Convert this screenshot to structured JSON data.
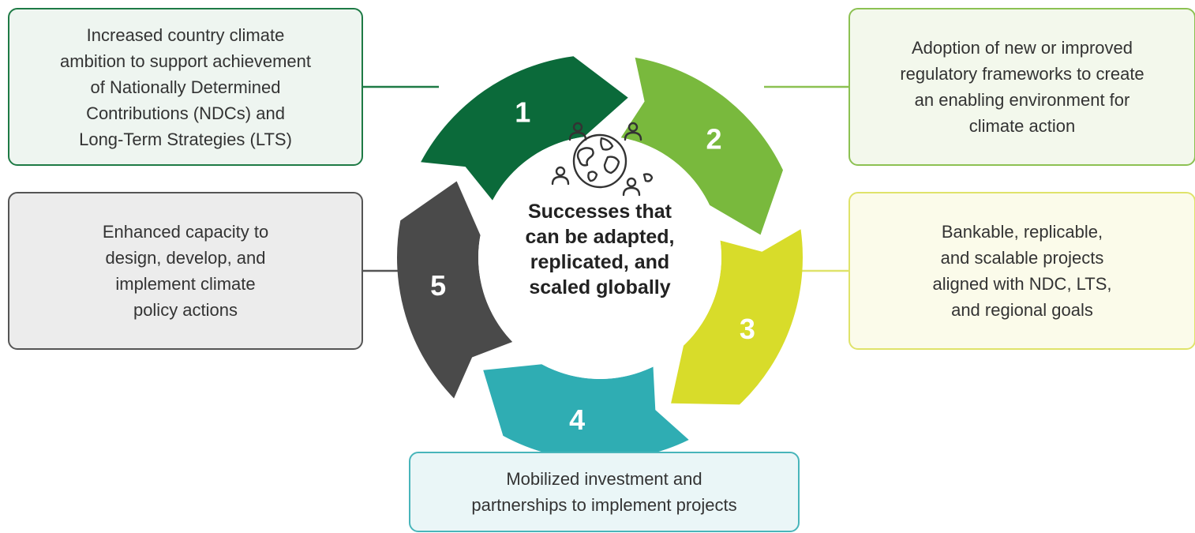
{
  "center": {
    "lines": [
      "Successes that",
      "can be adapted,",
      "replicated, and",
      "scaled globally"
    ],
    "icon": "globe-with-people-icon"
  },
  "steps": [
    {
      "number": "1",
      "color": "#0b6a3a",
      "box_border": "#1e7a45",
      "box_fill": "#eef5f0",
      "lines": [
        "Increased country climate",
        "ambition to support achievement",
        "of Nationally Determined",
        "Contributions (NDCs) and",
        "Long-Term Strategies (LTS)"
      ]
    },
    {
      "number": "2",
      "color": "#79b93d",
      "box_border": "#8cc152",
      "box_fill": "#f3f8ec",
      "lines": [
        "Adoption of new or improved",
        "regulatory frameworks to create",
        "an enabling environment for",
        "climate action"
      ]
    },
    {
      "number": "3",
      "color": "#d8dc2a",
      "box_border": "#dfe36a",
      "box_fill": "#fbfbea",
      "lines": [
        "Bankable, replicable,",
        "and scalable projects",
        "aligned with NDC, LTS,",
        "and regional goals"
      ]
    },
    {
      "number": "4",
      "color": "#2fadb3",
      "box_border": "#48b5ba",
      "box_fill": "#eaf6f7",
      "lines": [
        "Mobilized investment and",
        "partnerships to implement projects"
      ]
    },
    {
      "number": "5",
      "color": "#4a4a4a",
      "box_border": "#555555",
      "box_fill": "#ececec",
      "lines": [
        "Enhanced capacity to",
        "design, develop, and",
        "implement climate",
        "policy actions"
      ]
    }
  ]
}
